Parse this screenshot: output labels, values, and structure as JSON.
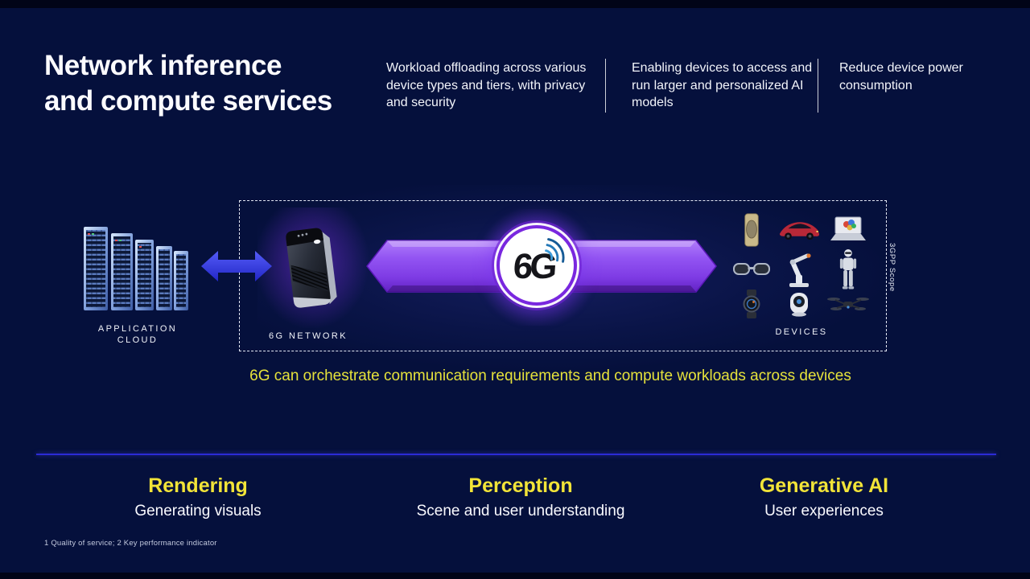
{
  "title": {
    "line1": "Network inference",
    "line2": "and compute services"
  },
  "highlights": [
    {
      "text": "Workload offloading across various device types and tiers, with privacy and security"
    },
    {
      "text": "Enabling devices to access and run larger and personalized AI models"
    },
    {
      "text": "Reduce device power consumption"
    }
  ],
  "diagram": {
    "cloud_label_line1": "APPLICATION",
    "cloud_label_line2": "CLOUD",
    "network_label": "6G NETWORK",
    "devices_label": "DEVICES",
    "scope_label": "3GPP Scope",
    "logo_text": "6G",
    "device_icons": [
      "smart-speaker",
      "car",
      "laptop",
      "smart-glasses",
      "robot-arm",
      "humanoid-robot",
      "smartwatch",
      "home-camera",
      "drone"
    ],
    "caption": "6G can orchestrate communication requirements and compute workloads across devices"
  },
  "capabilities": [
    {
      "title": "Rendering",
      "subtitle": "Generating visuals"
    },
    {
      "title": "Perception",
      "subtitle": "Scene and user understanding"
    },
    {
      "title": "Generative AI",
      "subtitle": "User experiences"
    }
  ],
  "footnote": "1 Quality of service; 2 Key performance indicator",
  "colors": {
    "background": "#05103C",
    "accent_yellow": "#E6E23B",
    "banner_purple": "#8F4DF2",
    "arrow_blue": "#3336E8",
    "divider_blue": "#2B2BD6"
  }
}
